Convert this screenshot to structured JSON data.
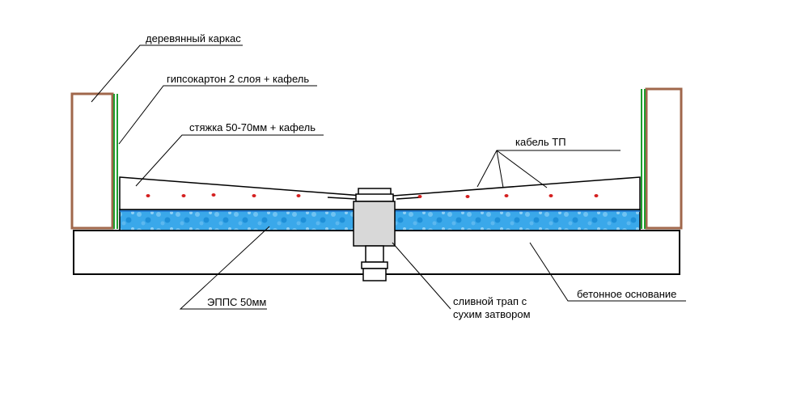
{
  "labels": {
    "wood_frame": "деревянный каркас",
    "drywall": "гипсокартон 2 слоя + кафель",
    "screed": "стяжка 50-70мм + кафель",
    "heating_cable": "кабель ТП",
    "epps": "ЭППС 50мм",
    "drain_line1": "сливной трап с",
    "drain_line2": "сухим  затвором",
    "concrete_base": "бетонное основание"
  },
  "colors": {
    "wood": "#a0674b",
    "drywall": "#1e9e2e",
    "insulation": "#2ea3e6",
    "cable_dots": "#d42020",
    "drain_fill": "#d8d8d8",
    "line": "#000000"
  },
  "cable_dot_count": 11
}
